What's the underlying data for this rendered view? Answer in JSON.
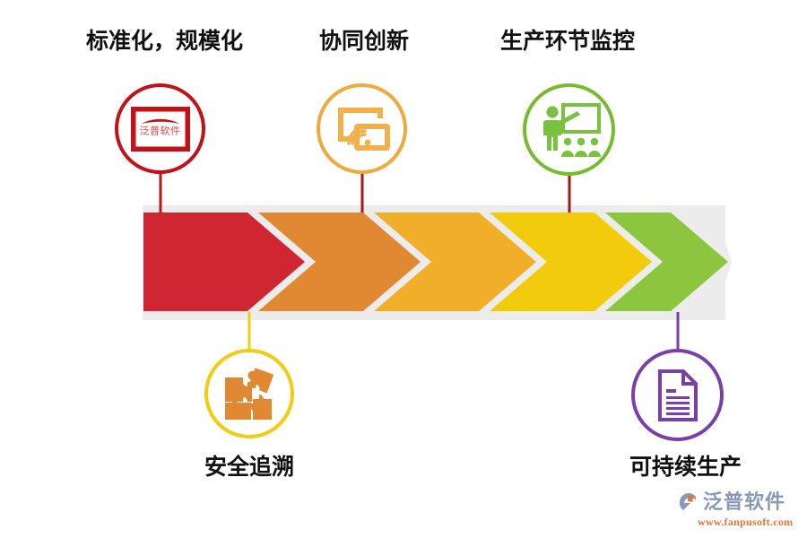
{
  "diagram": {
    "title_watermark": "泛普软件",
    "background": "#ffffff",
    "arrow_band": {
      "shadow_color": "#e9e9e9",
      "segments": [
        {
          "name": "segment-1",
          "color": "#cf2632"
        },
        {
          "name": "segment-2",
          "color": "#e08932"
        },
        {
          "name": "segment-3",
          "color": "#f0ae29"
        },
        {
          "name": "segment-4",
          "color": "#f2cb0c"
        },
        {
          "name": "segment-5",
          "color": "#8cc63e"
        }
      ]
    },
    "nodes": [
      {
        "id": "node-standardization",
        "label": "标准化，规模化",
        "position": "top",
        "ring_color": "#c1121a",
        "icon_color": "#c1121a",
        "icon": "framed-board-icon",
        "connector_color": "#c1121a",
        "watermark": "泛普软件"
      },
      {
        "id": "node-collaborative-innovation",
        "label": "协同创新",
        "position": "top",
        "ring_color": "#efa93c",
        "icon_color": "#f3b04a",
        "icon": "wireless-screencast-icon",
        "connector_color": "#a81616"
      },
      {
        "id": "node-production-monitoring",
        "label": "生产环节监控",
        "position": "top",
        "ring_color": "#75bd2f",
        "icon_color": "#7ac142",
        "icon": "presenter-whiteboard-icon",
        "connector_color": "#a81616"
      },
      {
        "id": "node-safety-traceability",
        "label": "安全追溯",
        "position": "bottom",
        "ring_color": "#f3cc12",
        "icon_color": "#e08932",
        "icon": "puzzle-pieces-icon",
        "connector_color": "#f3cc12"
      },
      {
        "id": "node-sustainable-production",
        "label": "可持续生产",
        "position": "bottom",
        "ring_color": "#7b3fa8",
        "icon_color": "#7b3fa8",
        "icon": "document-icon",
        "connector_color": "#7b3fa8"
      }
    ]
  },
  "logo": {
    "name": "泛普软件",
    "url": "www.fanpusoft.com",
    "mark_color": "#8898b8",
    "accent_color": "#e3753a"
  }
}
